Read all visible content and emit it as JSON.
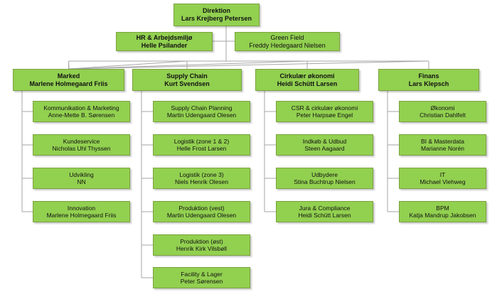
{
  "colors": {
    "box_fill": "#92d050",
    "box_border": "#7aa23e",
    "connector": "#a6a6a6"
  },
  "root": {
    "title": "Direktion",
    "name": "Lars Krejberg Petersen"
  },
  "staff": [
    {
      "title": "HR & Arbejdsmiljø",
      "name": "Helle Psilander"
    },
    {
      "title": "Green Field",
      "name": "Freddy Hedegaard Nielsen"
    }
  ],
  "departments": [
    {
      "title": "Marked",
      "name": "Marlene Holmegaard Friis",
      "units": [
        {
          "title": "Kommunikation & Marketing",
          "name": "Anne-Mette B. Sørensen"
        },
        {
          "title": "Kundeservice",
          "name": "Nicholas Uhl Thyssen"
        },
        {
          "title": "Udvikling",
          "name": "NN"
        },
        {
          "title": "Innovation",
          "name": "Marlene Holmegaard Friis"
        }
      ]
    },
    {
      "title": "Supply Chain",
      "name": "Kurt Svendsen",
      "units": [
        {
          "title": "Supply Chain Planning",
          "name": "Martin Udengaard Olesen"
        },
        {
          "title": "Logistik (zone 1 & 2)",
          "name": "Helle Frost Larsen"
        },
        {
          "title": "Logistik (zone 3)",
          "name": "Niels Henrik Olesen"
        },
        {
          "title": "Produktion (vest)",
          "name": "Martin Udengaard Olesen"
        },
        {
          "title": "Produktion (øst)",
          "name": "Henrik Kirk Vilsbøll"
        },
        {
          "title": "Facility & Lager",
          "name": "Peter Sørensen"
        }
      ]
    },
    {
      "title": "Cirkulær økonomi",
      "name": "Heidi Schütt Larsen",
      "units": [
        {
          "title": "CSR & cirkulær økonomi",
          "name": "Peter Harpsøe Engel"
        },
        {
          "title": "Indkøb & Udbud",
          "name": "Steen Aagaard"
        },
        {
          "title": "Udbydere",
          "name": "Stina Buchtrup Nielsen"
        },
        {
          "title": "Jura & Compliance",
          "name": "Heidi Schütt Larsen"
        }
      ]
    },
    {
      "title": "Finans",
      "name": "Lars Klepsch",
      "units": [
        {
          "title": "Økonomi",
          "name": "Christian Dahlfelt"
        },
        {
          "title": "BI & Masterdata",
          "name": "Marianne Norén"
        },
        {
          "title": "IT",
          "name": "Michael Viehweg"
        },
        {
          "title": "BPM",
          "name": "Katja Mandrup Jakobsen"
        }
      ]
    }
  ]
}
